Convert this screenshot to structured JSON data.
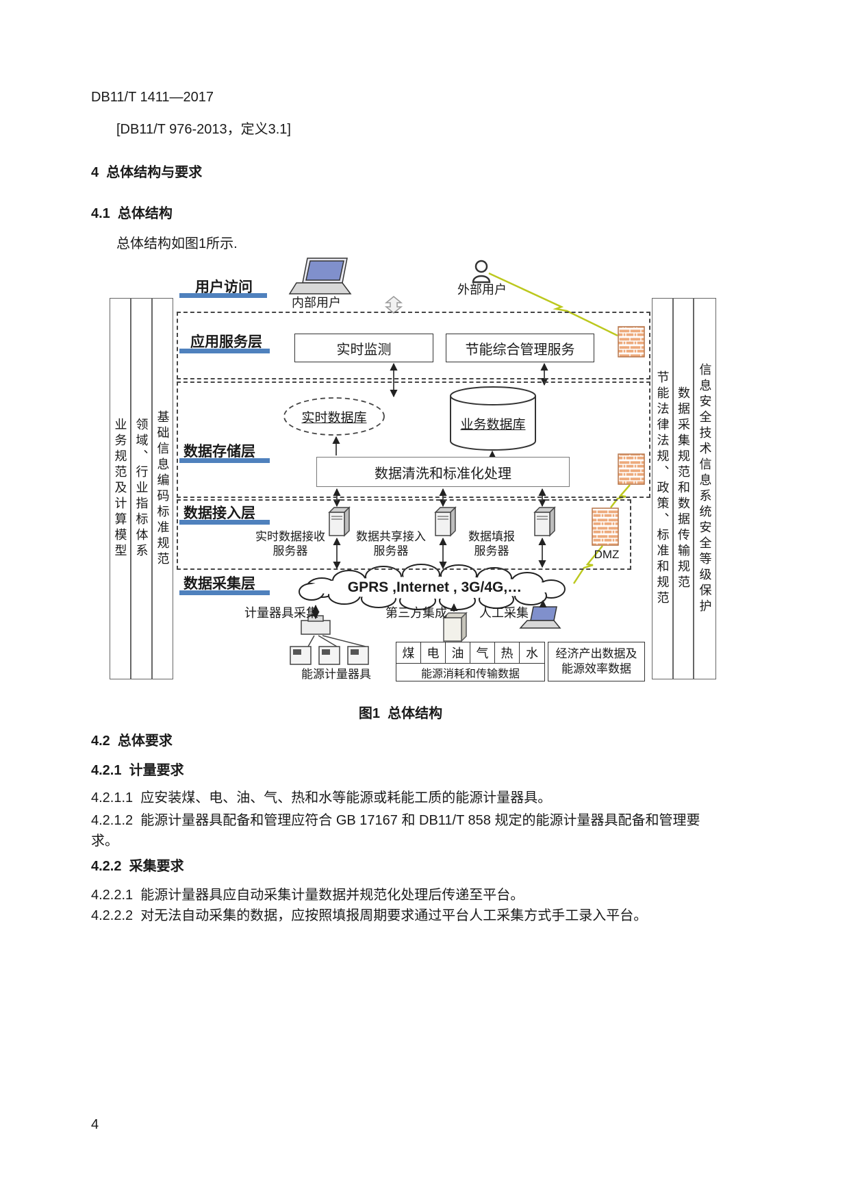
{
  "document": {
    "header": "DB11/T 1411—2017",
    "reference": "[DB11/T 976-2013，定义3.1]",
    "heading_4": "4  总体结构与要求",
    "heading_4_1": "4.1  总体结构",
    "intro_4_1": "总体结构如图1所示.",
    "figure_caption": "图1  总体结构",
    "heading_4_2": "4.2  总体要求",
    "heading_4_2_1": "4.2.1  计量要求",
    "para_4_2_1_1": "4.2.1.1  应安装煤、电、油、气、热和水等能源或耗能工质的能源计量器具。",
    "para_4_2_1_2": "4.2.1.2  能源计量器具配备和管理应符合 GB 17167 和 DB11/T 858 规定的能源计量器具配备和管理要\n求。",
    "heading_4_2_2": "4.2.2  采集要求",
    "para_4_2_2_1": "4.2.2.1  能源计量器具应自动采集计量数据并规范化处理后传递至平台。",
    "para_4_2_2_2": "4.2.2.2  对无法自动采集的数据，应按照填报周期要求通过平台人工采集方式手工录入平台。",
    "page_number": "4"
  },
  "diagram": {
    "accent_color": "#4f81bd",
    "layers": {
      "user_access": "用户访问",
      "application": "应用服务层",
      "storage": "数据存储层",
      "access": "数据接入层",
      "collection": "数据采集层"
    },
    "users": {
      "internal": "内部用户",
      "external": "外部用户"
    },
    "application": {
      "realtime_monitoring": "实时监测",
      "energy_mgmt_service": "节能综合管理服务"
    },
    "storage": {
      "realtime_db": "实时数据库",
      "business_db": "业务数据库",
      "cleaning": "数据清洗和标准化处理"
    },
    "access": {
      "server1": "实时数据接收\n服务器",
      "server2": "数据共享接入\n服务器",
      "server3": "数据填报\n服务器",
      "dmz": "DMZ"
    },
    "network": "GPRS ,Internet , 3G/4G,…",
    "collection": {
      "meter_collect": "计量器具采集",
      "third_party": "第三方集成",
      "manual": "人工采集",
      "meters_label": "能源计量器具",
      "energy_types": [
        "煤",
        "电",
        "油",
        "气",
        "热",
        "水"
      ],
      "energy_table_label": "能源消耗和传输数据",
      "economic_box": "经济产出数据及\n能源效率数据"
    },
    "side_panels": {
      "left": [
        "业务规范及计算模型",
        "领域、行业指标体系",
        "基础信息编码标准规范"
      ],
      "right": [
        "节能法律法规、政策、标准和规范",
        "数据采集规范和数据传输规范",
        "信息安全技术信息系统安全等级保护"
      ]
    }
  }
}
